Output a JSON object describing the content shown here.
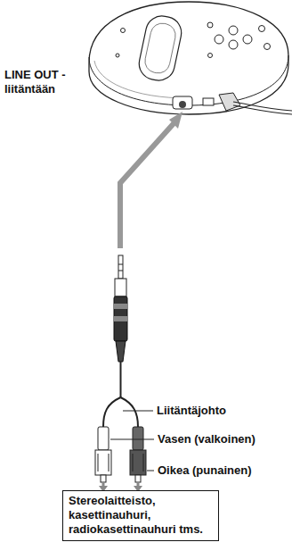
{
  "diagram": {
    "nodes": [
      {
        "text": [
          "Stereolaitteisto, kasettinauhuri, radiokasettinauhuri tms."
        ]
      }
    ],
    "labels": [
      "LINE OUT -liitäntään",
      "Liitäntäjohto",
      "Vasen (valkoinen)",
      "Oikea (punainen)"
    ]
  }
}
